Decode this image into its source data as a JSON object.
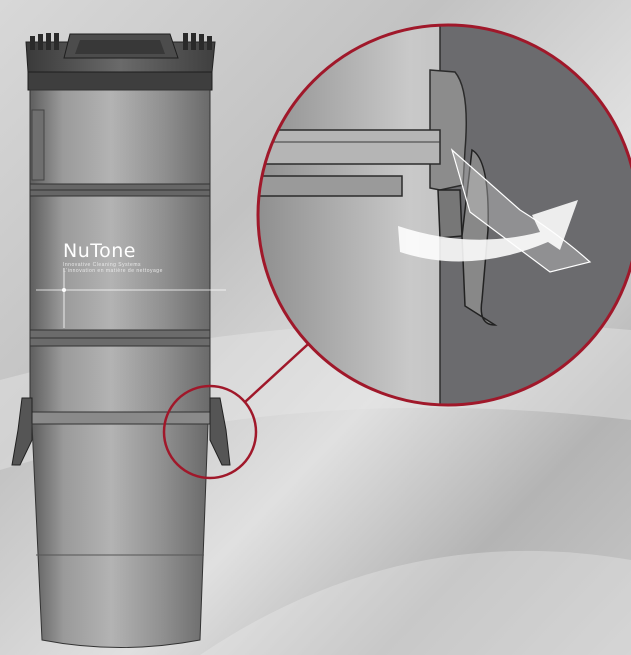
{
  "brand": {
    "name": "NuTone",
    "tagline_en": "Innovative Cleaning Systems",
    "tagline_fr": "L'innovation en matière de nettoyage"
  },
  "colors": {
    "background_light": "#d4d4d4",
    "background_dark": "#9c9c9c",
    "unit_body": "#8a8a8a",
    "unit_dark": "#5a5a5a",
    "callout_ring": "#a0182a",
    "wall": "#6b6b6e",
    "arrow": "#ffffff"
  },
  "illustration": {
    "subject": "central vacuum power unit",
    "callout": "latch release detail",
    "arrow_meaning": "rotate latch outward"
  }
}
